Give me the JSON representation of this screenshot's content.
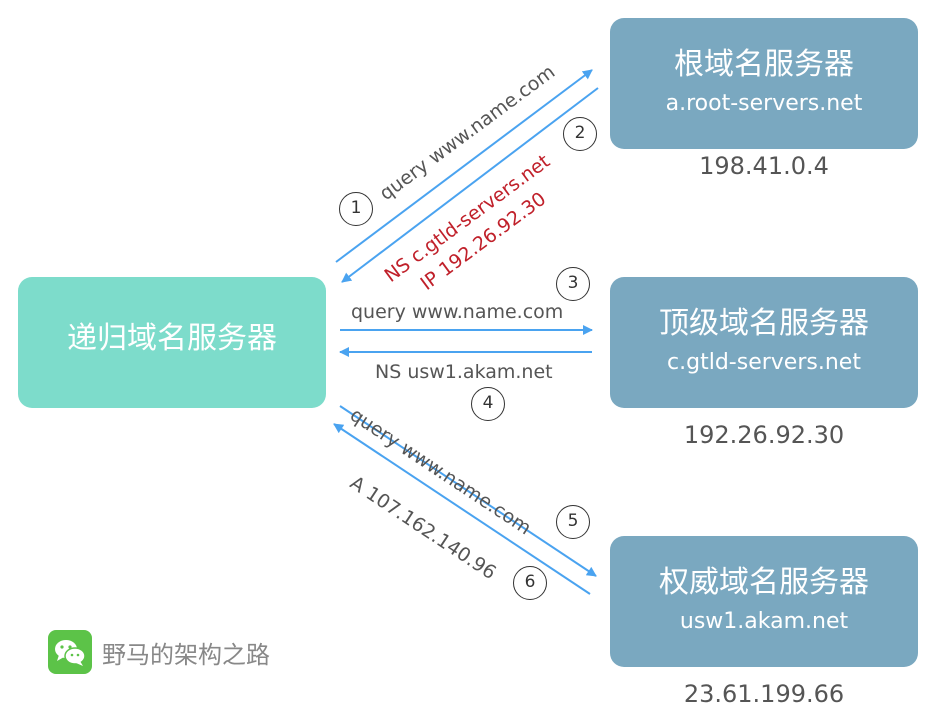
{
  "nodes": {
    "root": {
      "title": "根域名服务器",
      "host": "a.root-servers.net",
      "ip": "198.41.0.4"
    },
    "tld": {
      "title": "顶级域名服务器",
      "host": "c.gtld-servers.net",
      "ip": "192.26.92.30"
    },
    "auth": {
      "title": "权威域名服务器",
      "host": "usw1.akam.net",
      "ip": "23.61.199.66"
    },
    "recursive": {
      "title": "递归域名服务器"
    }
  },
  "messages": {
    "q1": "query www.name.com",
    "r2_line1": "NS c.gtld-servers.net",
    "r2_line2": "IP 192.26.92.30",
    "q3": "query www.name.com",
    "r4": "NS usw1.akam.net",
    "q5": "query www.name.com",
    "r6": "A 107.162.140.96"
  },
  "steps": [
    "1",
    "2",
    "3",
    "4",
    "5",
    "6"
  ],
  "brand": {
    "name": "野马的架构之路"
  },
  "colors": {
    "arrow": "#4aa3f0",
    "server": "#7aa8c0",
    "recursive": "#7ddccb",
    "highlight": "#c0202a"
  }
}
